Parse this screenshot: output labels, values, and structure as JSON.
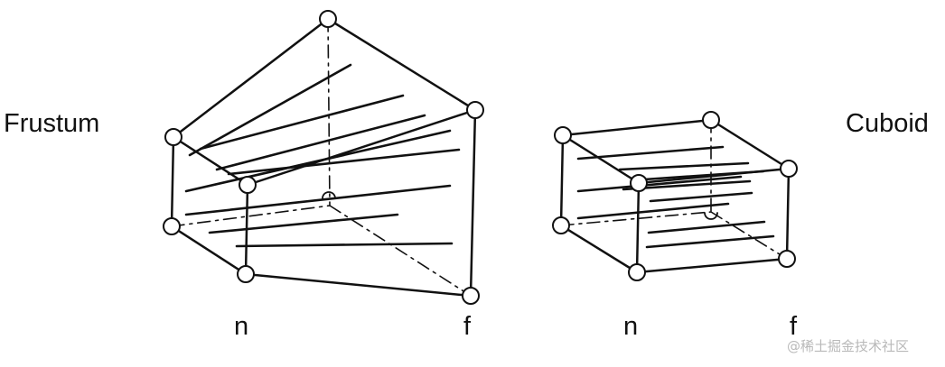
{
  "frustum": {
    "label": "Frustum",
    "near_label": "n",
    "far_label": "f"
  },
  "cuboid": {
    "label": "Cuboid",
    "near_label": "n",
    "far_label": "f"
  },
  "watermark": "@稀土掘金技术社区",
  "colors": {
    "ink": "#111111",
    "node_fill": "#ffffff",
    "watermark": "#b9b9b9"
  }
}
